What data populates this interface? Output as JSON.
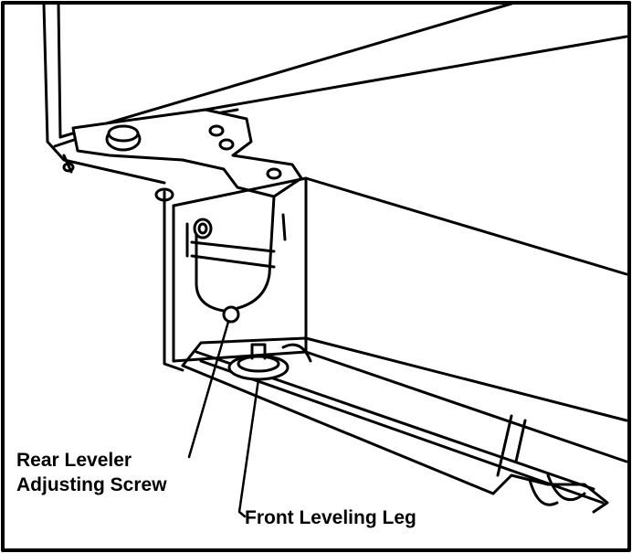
{
  "labels": {
    "rear_screw_line1": "Rear Leveler",
    "rear_screw_line2": "Adjusting Screw",
    "front_leg": "Front Leveling Leg"
  },
  "colors": {
    "ink": "#000000",
    "paper": "#ffffff"
  }
}
